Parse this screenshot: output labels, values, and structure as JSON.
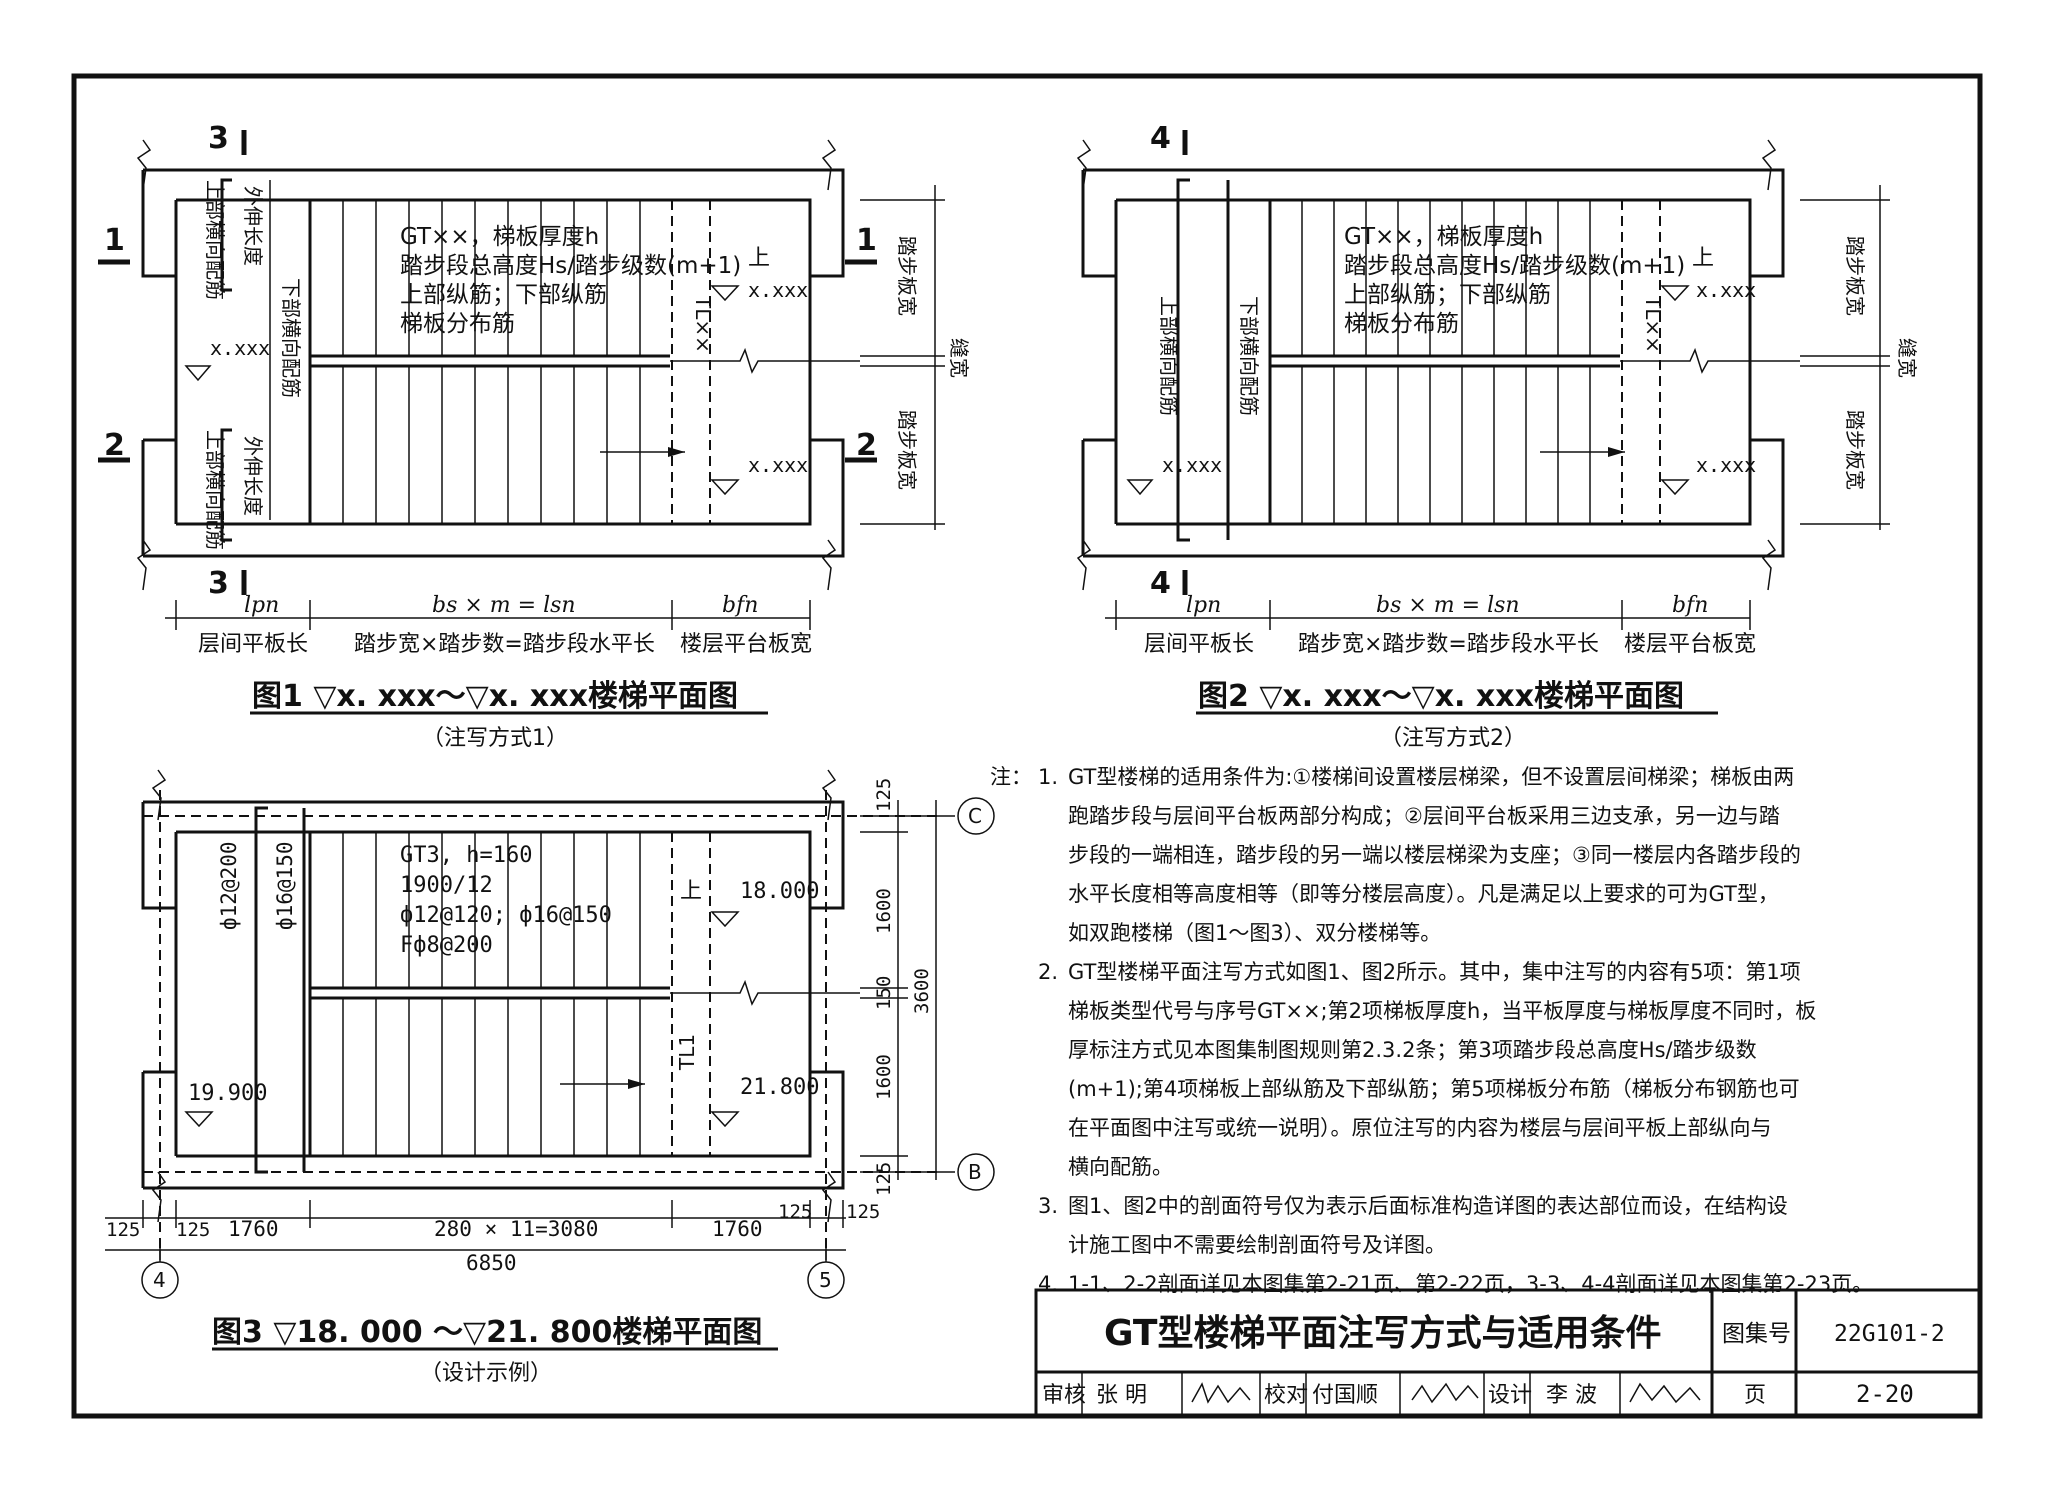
{
  "fig1": {
    "section_marks": [
      "3",
      "3",
      "1",
      "1",
      "2",
      "2"
    ],
    "annotation": [
      "GT××，梯板厚度h",
      "踏步段总高度Hs/踏步级数(m+1)",
      "上部纵筋；下部纵筋",
      "梯板分布筋"
    ],
    "labels": {
      "upper_left": "上部横向配筋",
      "extend_len": "外伸长度",
      "lower_trans": "下部横向配筋",
      "beam": "TL××",
      "up": "上",
      "elev": "x.xxx",
      "tread_width": "踏步板宽",
      "gap_width": "缝宽"
    },
    "dims": [
      "lpn",
      "bs × m = lsn",
      "bfn"
    ],
    "dim_names": [
      "层间平板长",
      "踏步宽×踏步数=踏步段水平长",
      "楼层平台板宽"
    ],
    "title": "图1 ▽x. xxx～▽x. xxx楼梯平面图",
    "subtitle": "（注写方式1）"
  },
  "fig2": {
    "section_marks": [
      "4",
      "4"
    ],
    "annotation": [
      "GT××，梯板厚度h",
      "踏步段总高度Hs/踏步级数(m+1)",
      "上部纵筋；下部纵筋",
      "梯板分布筋"
    ],
    "title": "图2 ▽x. xxx～▽x. xxx楼梯平面图",
    "subtitle": "（注写方式2）"
  },
  "fig3": {
    "annotation": [
      "GT3, h=160",
      "1900/12",
      "ф12@120; ф16@150",
      "Fф8@200"
    ],
    "rebar_left": "ф12@200",
    "rebar_right": "ф16@150",
    "beam": "TL1",
    "up": "上",
    "elev_top": "18.000",
    "elev_mid": "21.800",
    "elev_left": "19.900",
    "axis_c": "C",
    "axis_b": "B",
    "axis_4": "4",
    "axis_5": "5",
    "vdims": [
      "125",
      "1600",
      "150",
      "1600",
      "125",
      "3600"
    ],
    "hdims": [
      "125",
      "125",
      "1760",
      "280 × 11=3080",
      "1760",
      "125",
      "125",
      "6850"
    ],
    "title": "图3 ▽18. 000 ～▽21. 800楼梯平面图",
    "subtitle": "（设计示例）"
  },
  "notes": {
    "lead": "注：",
    "items": [
      {
        "num": "1.",
        "lines": [
          "GT型楼梯的适用条件为:①楼梯间设置楼层梯梁，但不设置层间梯梁；梯板由两",
          "跑踏步段与层间平台板两部分构成；②层间平台板采用三边支承，另一边与踏",
          "步段的一端相连，踏步段的另一端以楼层梯梁为支座；③同一楼层内各踏步段的",
          "水平长度相等高度相等（即等分楼层高度）。凡是满足以上要求的可为GT型，",
          "如双跑楼梯（图1～图3）、双分楼梯等。"
        ]
      },
      {
        "num": "2.",
        "lines": [
          "GT型楼梯平面注写方式如图1、图2所示。其中，集中注写的内容有5项：第1项",
          "梯板类型代号与序号GT××;第2项梯板厚度h，当平板厚度与梯板厚度不同时，板",
          "厚标注方式见本图集制图规则第2.3.2条；第3项踏步段总高度Hs/踏步级数",
          "(m+1);第4项梯板上部纵筋及下部纵筋；第5项梯板分布筋（梯板分布钢筋也可",
          "在平面图中注写或统一说明）。原位注写的内容为楼层与层间平板上部纵向与",
          "横向配筋。"
        ]
      },
      {
        "num": "3.",
        "lines": [
          "图1、图2中的剖面符号仅为表示后面标准构造详图的表达部位而设，在结构设",
          "计施工图中不需要绘制剖面符号及详图。"
        ]
      },
      {
        "num": "4.",
        "lines": [
          "1-1、2-2剖面详见本图集第2-21页、第2-22页，3-3、4-4剖面详见本图集第2-23页。"
        ]
      }
    ]
  },
  "title_block": {
    "title": "GT型楼梯平面注写方式与适用条件",
    "atlas_label": "图集号",
    "atlas_no": "22G101-2",
    "page_label": "页",
    "page_no": "2-20",
    "review_label": "审核",
    "reviewer": "张 明",
    "check_label": "校对",
    "checker": "付国顺",
    "design_label": "设计",
    "designer": "李 波"
  }
}
